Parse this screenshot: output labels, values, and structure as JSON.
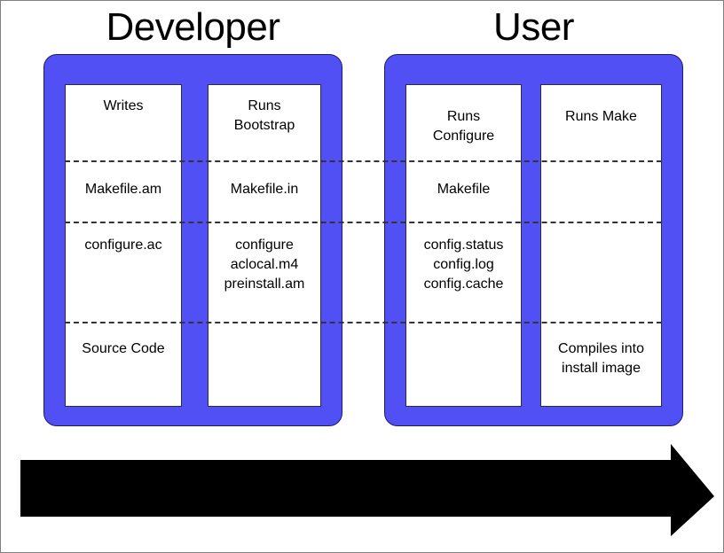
{
  "diagram": {
    "title_groups": [
      {
        "id": "developer",
        "label": "Developer"
      },
      {
        "id": "user",
        "label": "User"
      }
    ],
    "columns": [
      {
        "id": "writes",
        "group": "developer",
        "header": "Writes",
        "cells": [
          "Makefile.am",
          "configure.ac",
          "Source Code"
        ]
      },
      {
        "id": "bootstrap",
        "group": "developer",
        "header": "Runs\nBootstrap",
        "cells": [
          "Makefile.in",
          "configure\naclocal.m4\npreinstall.am",
          ""
        ]
      },
      {
        "id": "configure",
        "group": "user",
        "header": "Runs\nConfigure",
        "cells": [
          "Makefile",
          "config.status\nconfig.log\nconfig.cache",
          ""
        ]
      },
      {
        "id": "make",
        "group": "user",
        "header": "Runs Make",
        "cells": [
          "",
          "",
          "Compiles into\ninstall image"
        ]
      }
    ],
    "arrow": {
      "name": "flow-arrow",
      "direction": "right"
    },
    "colors": {
      "panel_blue": "#5050F5",
      "panel_border": "#1a1a6e",
      "box_white": "#FFFFFF",
      "box_border": "#2B2B45",
      "divider": "#333333",
      "arrow": "#000000",
      "text": "#000000",
      "background": "#FFFFFF"
    }
  }
}
